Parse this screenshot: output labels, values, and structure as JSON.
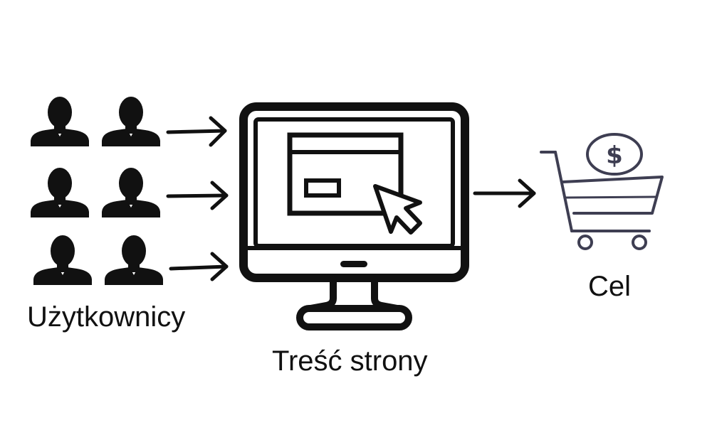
{
  "labels": {
    "users": "Użytkownicy",
    "page_content": "Treść strony",
    "goal": "Cel"
  },
  "colors": {
    "icon": "#111111",
    "cart": "#3e3e52",
    "background": "#ffffff"
  },
  "icons": {
    "user": "person-silhouette-icon",
    "monitor": "desktop-monitor-icon",
    "window": "browser-window-icon",
    "cursor": "mouse-pointer-icon",
    "coin": "dollar-coin-icon",
    "cart": "shopping-cart-icon"
  }
}
